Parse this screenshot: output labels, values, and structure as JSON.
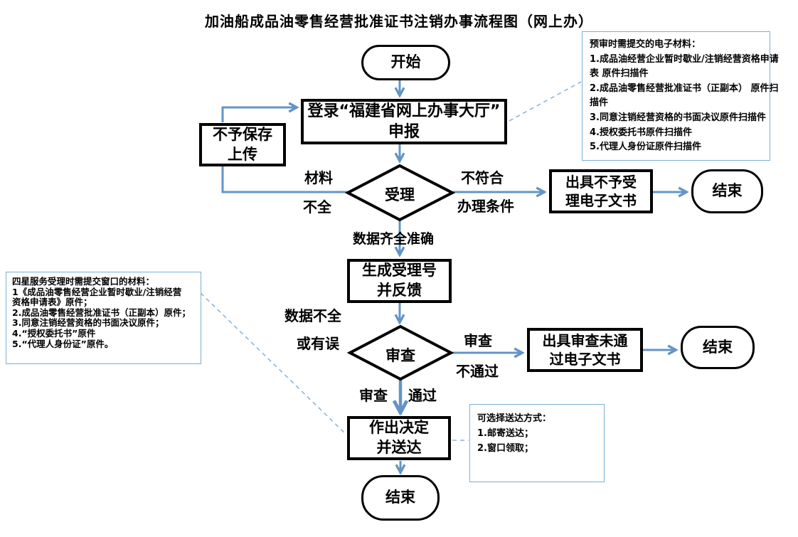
{
  "title": "加油船成品油零售经营批准证书注销办事流程图（网上办）",
  "nodes": {
    "start": "开始",
    "login": "登录“福建省网上办事大厅”\n申报",
    "no_save": "不予保存\n上传",
    "accept": "受理",
    "issue_reject": "出具不予受\n理电子文书",
    "end1": "结束",
    "gen_number": "生成受理号\n并反馈",
    "review": "审查",
    "issue_fail": "出具审查未通\n过电子文书",
    "end2": "结束",
    "decision": "作出决定\n并送达",
    "end3": "结束"
  },
  "edge_labels": {
    "material": "材料",
    "incomplete": "不全",
    "not_meet": "不符合",
    "conditions": "办理条件",
    "data_complete": "数据齐全准确",
    "data_incomplete": "数据不全",
    "or_error": "或有误",
    "review_r": "审查",
    "fail": "不通过",
    "review_b": "审查",
    "pass": "通过"
  },
  "annotations": {
    "pre_review": {
      "lines": [
        "预审时需提交的电子材料：",
        "1.成品油经营企业暂时歇业/注销经营资格申请",
        "表 原件扫描件",
        "2.成品油零售经营批准证书（正副本） 原件扫",
        "描件",
        "3.同意注销经营资格的书面决议原件扫描件",
        "4.授权委托书原件扫描件",
        "5.代理人身份证原件扫描件"
      ]
    },
    "four_star": {
      "lines": [
        "四星服务受理时需提交窗口的材料：",
        "1《成品油零售经营企业暂时歇业/注销经营",
        "资格申请表》原件；",
        "2.成品油零售经营批准证书（正副本）原件；",
        "3.同意注销经营资格的书面决议原件；",
        "4.“授权委托书”原件",
        "5.“代理人身份证”原件。"
      ]
    },
    "delivery": {
      "lines": [
        "可选择送达方式：",
        "1.邮寄送达；",
        "2.窗口领取；"
      ]
    }
  },
  "colors": {
    "arrow": "#6494c7",
    "dashed": "#8fb4d9",
    "annotation_border": "#7bafd4",
    "node_border": "#000000"
  }
}
